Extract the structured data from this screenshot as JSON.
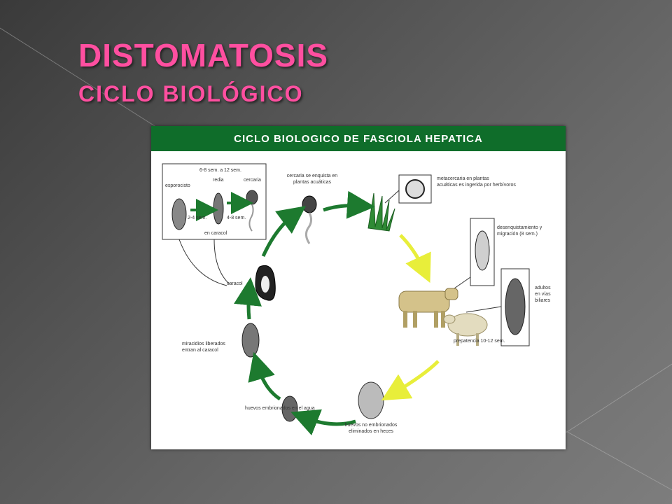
{
  "slide": {
    "title": "DISTOMATOSIS",
    "subtitle": "CICLO BIOLÓGICO"
  },
  "figure": {
    "header": "CICLO BIOLOGICO DE FASCIOLA HEPATICA",
    "labels": {
      "snail_time": "6-8 sem. a 12 sem.",
      "esporocisto": "esporocisto",
      "redia": "redia",
      "cercaria": "cercaria",
      "time_2_4": "2-4 sem.",
      "time_4_8": "4-8 sem.",
      "en_caracol": "en caracol",
      "caracol": "caracol",
      "cercaria_enquista_1": "cercaria se enquista en",
      "cercaria_enquista_2": "plantas acuáticas",
      "metacercaria_1": "metacercaria en plantas",
      "metacercaria_2": "acuáticas es ingerida por herbívoros",
      "desenquistamiento_1": "desenquistamiento y",
      "desenquistamiento_2": "migración (8 sem.)",
      "adultos_1": "adultos",
      "adultos_2": "en vías",
      "adultos_3": "biliares",
      "prepatencia": "prepatencia 10-12 sem.",
      "huevos_no_1": "huevos no embrionados",
      "huevos_no_2": "eliminados en heces",
      "huevos_embrionados": "huevos embrionados en el agua",
      "miracidios_1": "miracidios liberados",
      "miracidios_2": "entran al caracol"
    }
  },
  "colors": {
    "title_pink": "#ff4fa0",
    "header_green": "#0f6d2a",
    "arrow_green": "#1d7a2f",
    "arrow_yellow": "#e8ee3a"
  },
  "icons": [
    "snail-icon",
    "cercaria-icon",
    "plant-icon",
    "metacercaria-icon",
    "cow-icon",
    "sheep-icon",
    "egg-icon",
    "miracidium-icon"
  ]
}
